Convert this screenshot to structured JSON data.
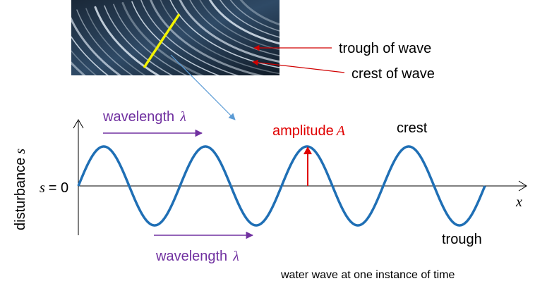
{
  "photo_labels": {
    "trough": "trough of wave",
    "crest": "crest of wave"
  },
  "axes": {
    "ylabel_text": "disturbance",
    "ylabel_var": "s",
    "zero_var": "s",
    "zero_text": "= 0",
    "xlabel": "x"
  },
  "annotations": {
    "wavelength_top_text": "wavelength",
    "wavelength_top_symbol": "λ",
    "wavelength_bottom_text": "wavelength",
    "wavelength_bottom_symbol": "λ",
    "amplitude_text": "amplitude",
    "amplitude_symbol": "A",
    "crest": "crest",
    "trough": "trough"
  },
  "caption": "water wave at one instance of time",
  "colors": {
    "wave": "#1f6fb5",
    "amplitude": "#e00000",
    "wavelength": "#7030a0",
    "pointer": "#d00000",
    "photo_pointer": "#5b9bd5",
    "yellow_line": "#f2f200"
  }
}
